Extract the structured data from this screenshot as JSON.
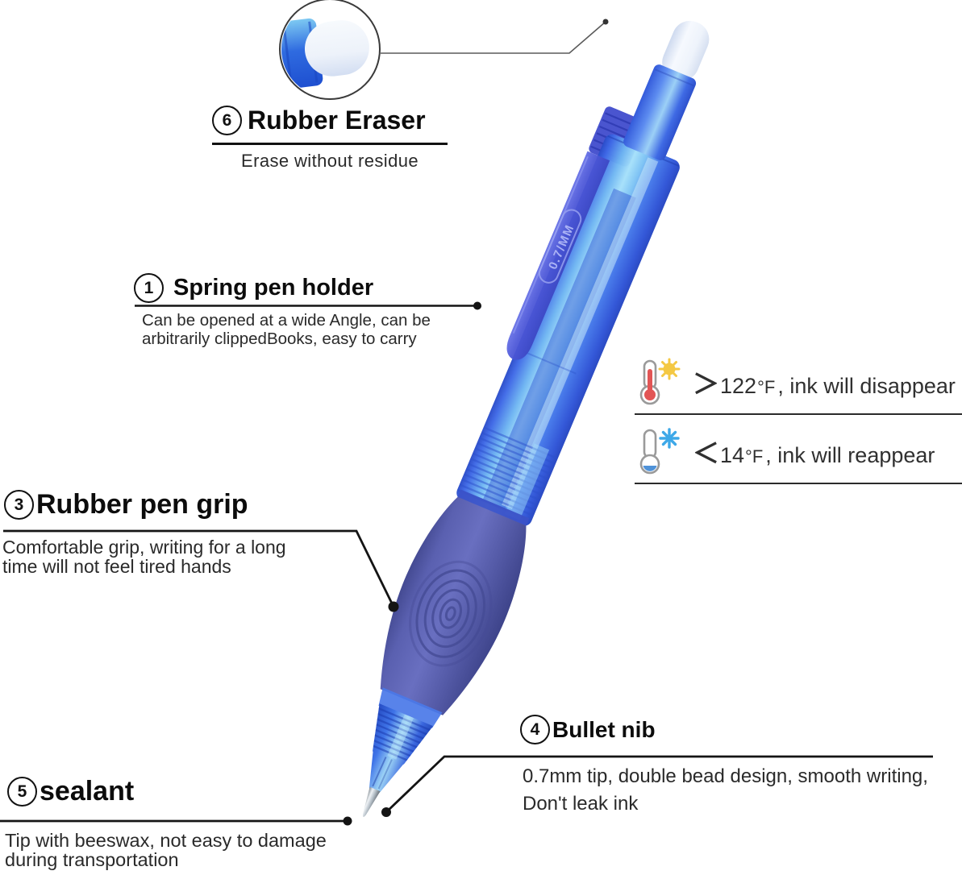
{
  "pen": {
    "clip_text": "0.7/MM"
  },
  "callouts": {
    "eraser": {
      "num": "6",
      "title": "Rubber Eraser",
      "desc": "Erase without residue"
    },
    "holder": {
      "num": "1",
      "title": "Spring pen holder",
      "line1": "Can be opened at a wide Angle, can be",
      "line2": "arbitrarily clippedBooks, easy to carry"
    },
    "grip": {
      "num": "3",
      "title": "Rubber pen grip",
      "line1": "Comfortable grip, writing for a long",
      "line2": "time will not feel tired hands"
    },
    "nib": {
      "num": "4",
      "title": "Bullet nib",
      "line1": "0.7mm tip, double bead design, smooth writing,",
      "line2": "Don't leak ink"
    },
    "sealant": {
      "num": "5",
      "title": "sealant",
      "line1": "Tip with beeswax, not easy to damage",
      "line2": "during transportation"
    }
  },
  "temperature": {
    "hot": {
      "prefix": "＞",
      "value": "122",
      "unit": "°F",
      "text": ", ink will disappear"
    },
    "cold": {
      "prefix": "＜",
      "value": "14",
      "unit": "°F",
      "text": ", ink will reappear"
    }
  },
  "colors": {
    "pen_blue": "#3e68e6",
    "grip_indigo": "#5a60b0",
    "hot_red": "#e25555",
    "cold_blue": "#41a8e8",
    "sun_yellow": "#f4c843",
    "line_black": "#1a1a1a"
  }
}
